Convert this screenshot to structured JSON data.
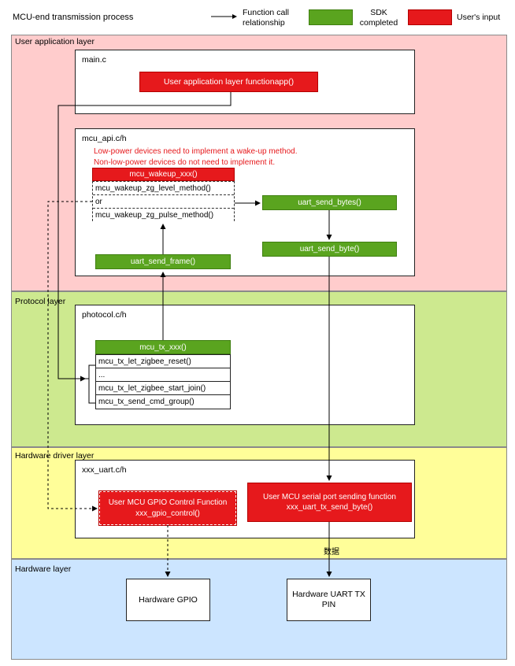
{
  "header": {
    "title": "MCU-end transmission process",
    "legend": {
      "arrow_label": "Function call relationship",
      "sdk_label": "SDK completed",
      "user_label": "User's input"
    }
  },
  "colors": {
    "green": "#5aa41f",
    "red": "#e6191c",
    "user_layer": "#ffcccc",
    "protocol_layer": "#cde98f",
    "driver_layer": "#fffe99",
    "hardware_layer": "#cce5ff"
  },
  "layers": {
    "user_app": "User application layer",
    "protocol": "Protocol layer",
    "driver": "Hardware driver layer",
    "hardware": "Hardware layer"
  },
  "main": {
    "file": "main.c",
    "app_function": "User application layer functionapp()"
  },
  "mcu_api": {
    "file": "mcu_api.c/h",
    "note_line1": "Low-power devices need to implement a wake-up method.",
    "note_line2": "Non-low-power devices do not need to implement it.",
    "wakeup_header": "mcu_wakeup_xxx()",
    "wakeup_items": [
      "mcu_wakeup_zg_level_method()",
      "or",
      "mcu_wakeup_zg_pulse_method()"
    ],
    "send_frame": "uart_send_frame()",
    "send_bytes": "uart_send_bytes()",
    "send_byte": "uart_send_byte()"
  },
  "protocol": {
    "file": "photocol.c/h",
    "tx_header": "mcu_tx_xxx()",
    "tx_items": [
      "mcu_tx_let_zigbee_reset()",
      "...",
      "mcu_tx_let_zigbee_start_join()",
      "mcu_tx_send_cmd_group()"
    ]
  },
  "driver": {
    "file": "xxx_uart.c/h",
    "gpio_line1": "User MCU GPIO Control Function",
    "gpio_line2": "xxx_gpio_control()",
    "uart_line1": "User MCU serial port sending function",
    "uart_line2": "xxx_uart_tx_send_byte()",
    "data_label": "数据"
  },
  "hardware": {
    "gpio": "Hardware GPIO",
    "uart_line1": "Hardware UART TX",
    "uart_line2": "PIN"
  }
}
